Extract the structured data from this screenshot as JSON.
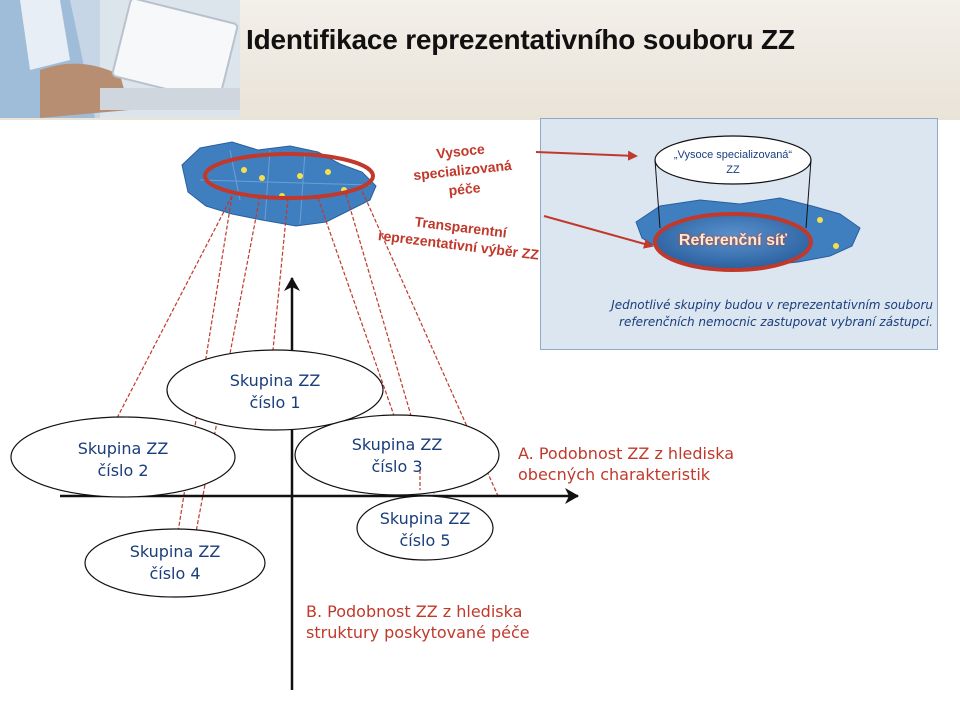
{
  "title": "Identifikace reprezentativního souboru ZZ",
  "map_label_1": {
    "line1": "Vysoce specializovaná",
    "line2": "péče"
  },
  "map_label_2": {
    "line1": "Transparentní",
    "line2": "reprezentativní výběr ZZ"
  },
  "info_box": {
    "top_label_line1": "„Vysoce specializovaná“",
    "top_label_line2": "ZZ",
    "network_label": "Referenční síť",
    "callout_line1": "Jednotlivé skupiny budou v reprezentativním souboru",
    "callout_line2": "referenčních nemocnic zastupovat vybraní zástupci."
  },
  "groups": [
    {
      "line1": "Skupina ZZ",
      "line2": "číslo 1"
    },
    {
      "line1": "Skupina ZZ",
      "line2": "číslo 2"
    },
    {
      "line1": "Skupina ZZ",
      "line2": "číslo 3"
    },
    {
      "line1": "Skupina ZZ",
      "line2": "číslo 4"
    },
    {
      "line1": "Skupina ZZ",
      "line2": "číslo 5"
    }
  ],
  "axis_a": {
    "line1": "A. Podobnost ZZ z hlediska",
    "line2": "obecných charakteristik"
  },
  "axis_b": {
    "line1": "B. Podobnost ZZ z hlediska",
    "line2": "struktury poskytované péče"
  },
  "colors": {
    "accent_red": "#c0392b",
    "text_blue": "#1a3d7c",
    "map_blue": "#3f7fc0",
    "box_fill": "#dbe6f1"
  }
}
